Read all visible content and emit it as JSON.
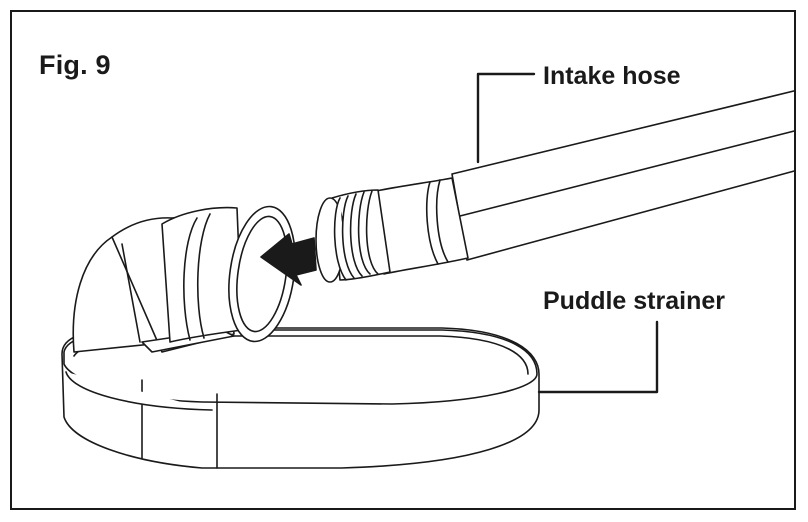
{
  "figure": {
    "label": "Fig. 9"
  },
  "callouts": {
    "intake_hose": "Intake hose",
    "puddle_strainer": "Puddle strainer"
  },
  "colors": {
    "ink": "#1a1a1a",
    "paper": "#ffffff"
  }
}
